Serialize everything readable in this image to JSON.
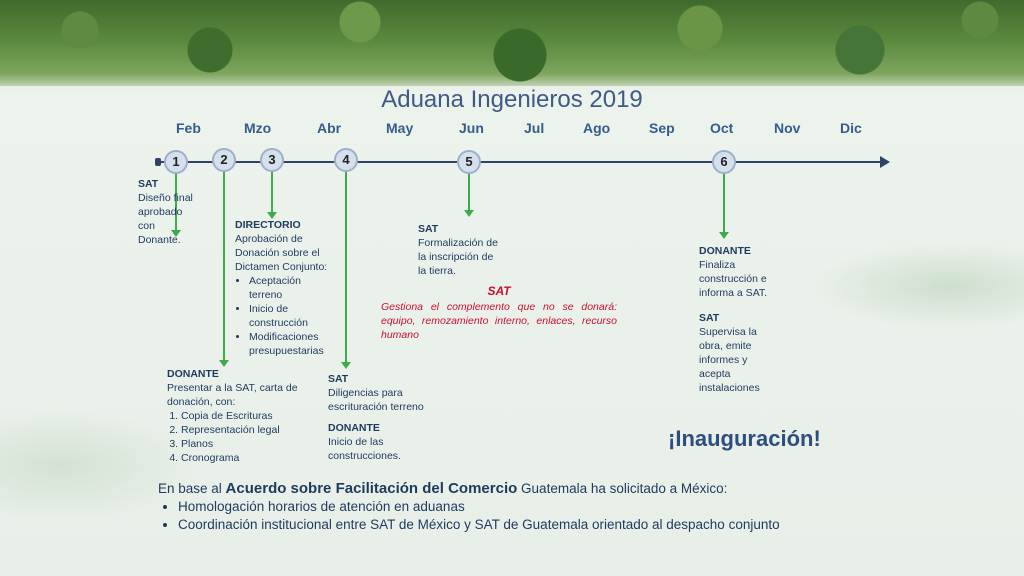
{
  "title": "Aduana Ingenieros 2019",
  "months": [
    "Feb",
    "Mzo",
    "Abr",
    "May",
    "Jun",
    "Jul",
    "Ago",
    "Sep",
    "Oct",
    "Nov",
    "Dic"
  ],
  "milestones": [
    "1",
    "2",
    "3",
    "4",
    "5",
    "6"
  ],
  "box1": {
    "head": "SAT",
    "lines": [
      "Diseño final",
      "aprobado",
      "con",
      "Donante."
    ]
  },
  "box3": {
    "head": "DIRECTORIO",
    "lines": [
      "Aprobación de",
      "Donación sobre el",
      "Dictamen Conjunto:"
    ],
    "bullets": [
      "Aceptación terreno",
      "Inicio de construcción",
      "Modificaciones presupuestarias"
    ]
  },
  "box2": {
    "head": "DONANTE",
    "lines": [
      "Presentar a la SAT, carta de",
      "donación, con:"
    ],
    "items": [
      "Copia de Escrituras",
      "Representación legal",
      "Planos",
      "Cronograma"
    ]
  },
  "box4": {
    "head1": "SAT",
    "lines1": [
      "Diligencias para",
      "escrituración terreno"
    ],
    "head2": "DONANTE",
    "lines2": [
      "Inicio de las",
      "construcciones."
    ]
  },
  "box5": {
    "head": "SAT",
    "lines": [
      "Formalización de",
      "la inscripción de",
      "la tierra."
    ]
  },
  "red": {
    "title": "SAT",
    "text": "Gestiona el complemento que no se donará: equipo, remozamiento interno, enlaces, recurso humano"
  },
  "box6": {
    "head1": "DONANTE",
    "lines1": [
      "Finaliza",
      "construcción e",
      "informa a SAT."
    ],
    "head2": "SAT",
    "lines2": [
      "Supervisa la",
      "obra, emite",
      "informes y",
      "acepta",
      "instalaciones"
    ]
  },
  "inauguration": "¡Inauguración!",
  "footer": {
    "pre": "En base al ",
    "bold": "Acuerdo sobre Facilitación del Comercio",
    "post": " Guatemala ha solicitado a México:",
    "bullets": [
      "Homologación horarios de atención en aduanas",
      "Coordinación institucional entre SAT de México y SAT de Guatemala orientado al despacho conjunto"
    ]
  }
}
